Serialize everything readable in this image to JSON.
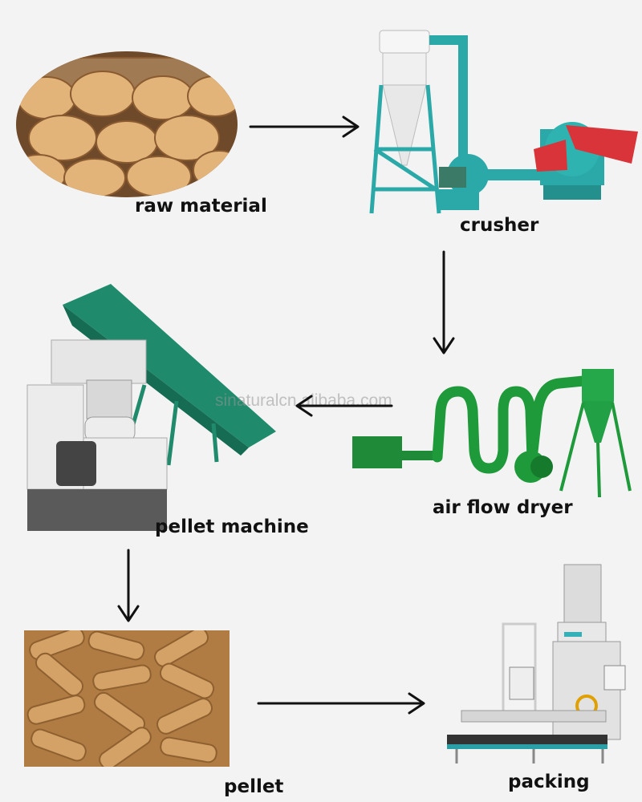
{
  "diagram": {
    "steps": [
      {
        "label": "raw material"
      },
      {
        "label": "crusher"
      },
      {
        "label": "air flow dryer"
      },
      {
        "label": "pellet machine"
      },
      {
        "label": "pellet"
      },
      {
        "label": "packing"
      }
    ],
    "watermark": "sinaturalcn.alibaba.com"
  },
  "colors": {
    "machine_green": "#2aa873",
    "dryer_green": "#1e9a3a",
    "crusher_red": "#d8343a",
    "wood": "#d9a96b",
    "pellet": "#c49456",
    "arrow": "#111111"
  }
}
